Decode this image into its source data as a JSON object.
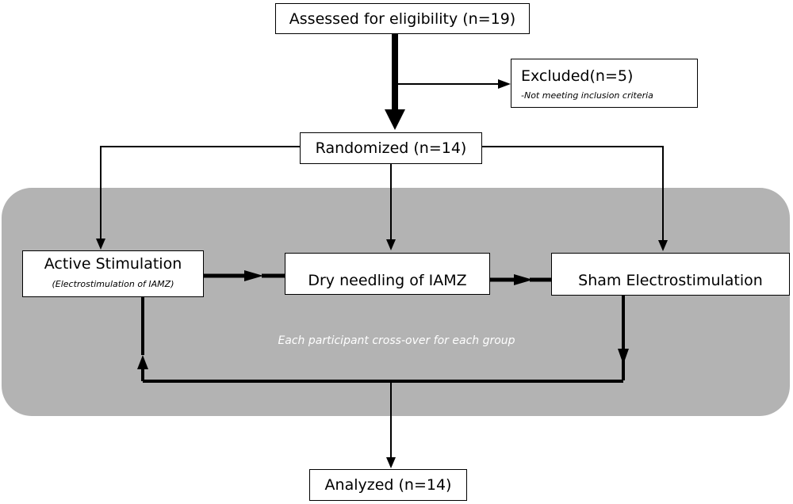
{
  "nodes": {
    "assessed": "Assessed for eligibility (n=19)",
    "excluded": "Excluded(n=5)",
    "excluded_note": "-Not meeting inclusion criteria",
    "randomized": "Randomized (n=14)",
    "active": "Active Stimulation",
    "active_note": "(Electrostimulation of IAMZ)",
    "dry": "Dry needling of IAMZ",
    "sham": "Sham Electrostimulation",
    "analyzed": "Analyzed (n=14)"
  },
  "crossover_note": "Each participant cross-over  for each group",
  "colors": {
    "panel": "#b3b3b3",
    "line": "#000000",
    "box": "#ffffff",
    "note_text": "#ffffff"
  }
}
